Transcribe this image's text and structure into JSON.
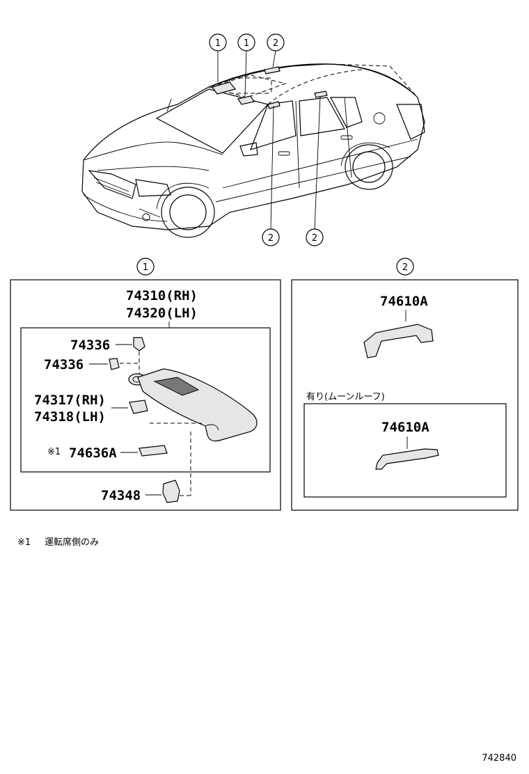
{
  "overview": {
    "callouts_top": [
      "1",
      "1",
      "2"
    ],
    "callouts_bottom": [
      "2",
      "2"
    ]
  },
  "panel1": {
    "callout": "1",
    "labels": {
      "visor_rh": "74310(RH)",
      "visor_lh": "74320(LH)",
      "clip_a": "74336",
      "clip_b": "74336",
      "holder_rh": "74317(RH)",
      "holder_lh": "74318(LH)",
      "note_mark": "※1",
      "mirror_cover": "74636A",
      "hook": "74348"
    }
  },
  "panel2": {
    "callout": "2",
    "label_top": "74610A",
    "variant_caption": "有り(ムーンルーフ)",
    "label_bottom": "74610A"
  },
  "footnote": {
    "mark": "※1",
    "text": "運転席側のみ"
  },
  "figure_id": "742840"
}
